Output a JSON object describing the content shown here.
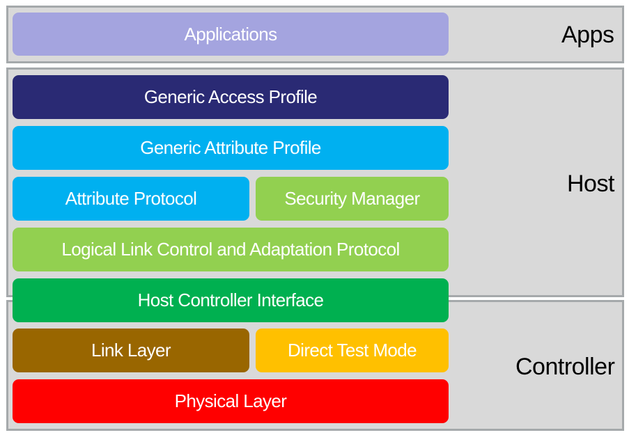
{
  "regions": {
    "apps": "Apps",
    "host": "Host",
    "controller": "Controller"
  },
  "blocks": {
    "applications": "Applications",
    "gap": "Generic Access Profile",
    "gatt": "Generic Attribute Profile",
    "att": "Attribute Protocol",
    "sm": "Security Manager",
    "l2cap": "Logical Link Control and Adaptation Protocol",
    "hci": "Host Controller Interface",
    "ll": "Link Layer",
    "dtm": "Direct Test Mode",
    "phy": "Physical Layer"
  },
  "colors": {
    "region_background": "#d9d9d9",
    "region_border": "#a5a9ab",
    "applications": "#a4a4df",
    "gap": "#2a2a74",
    "gatt": "#00b0f0",
    "att": "#00b0f0",
    "sm": "#92d050",
    "l2cap": "#92d050",
    "hci": "#00b050",
    "ll": "#996600",
    "dtm": "#ffc000",
    "phy": "#ff0000"
  }
}
